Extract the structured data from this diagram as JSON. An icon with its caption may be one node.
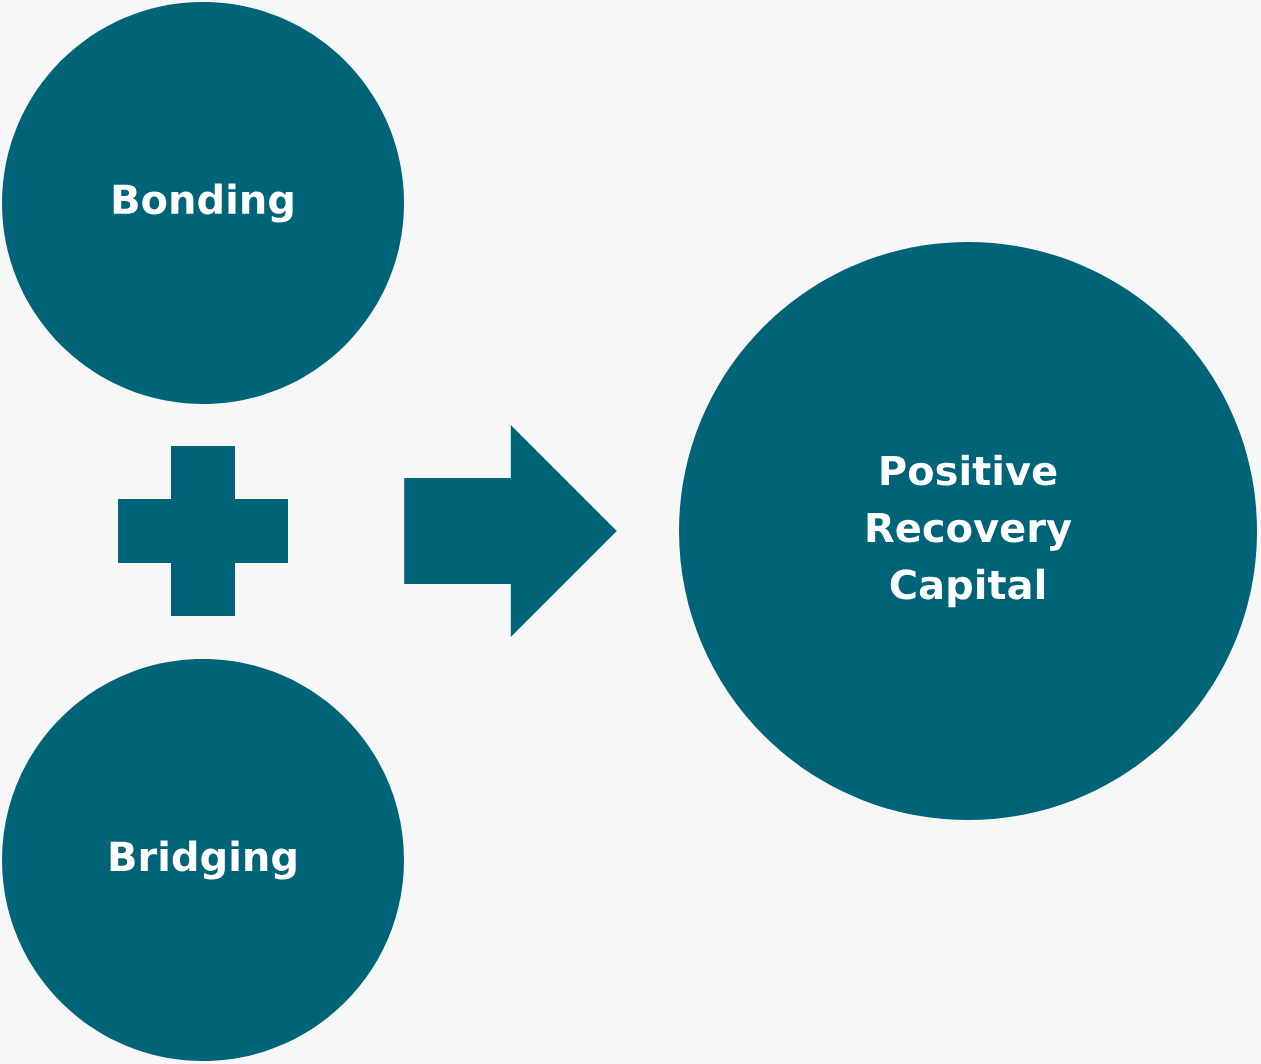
{
  "diagram": {
    "nodes": [
      {
        "text": [
          "Bonding"
        ]
      },
      {
        "text": [],
        "shape": "plus"
      },
      {
        "text": [
          "Bridging"
        ]
      },
      {
        "text": [
          "Positive Recovery Capital"
        ]
      }
    ],
    "edges": [
      {
        "from": 1,
        "to": 3,
        "arrow": "to"
      }
    ]
  }
}
